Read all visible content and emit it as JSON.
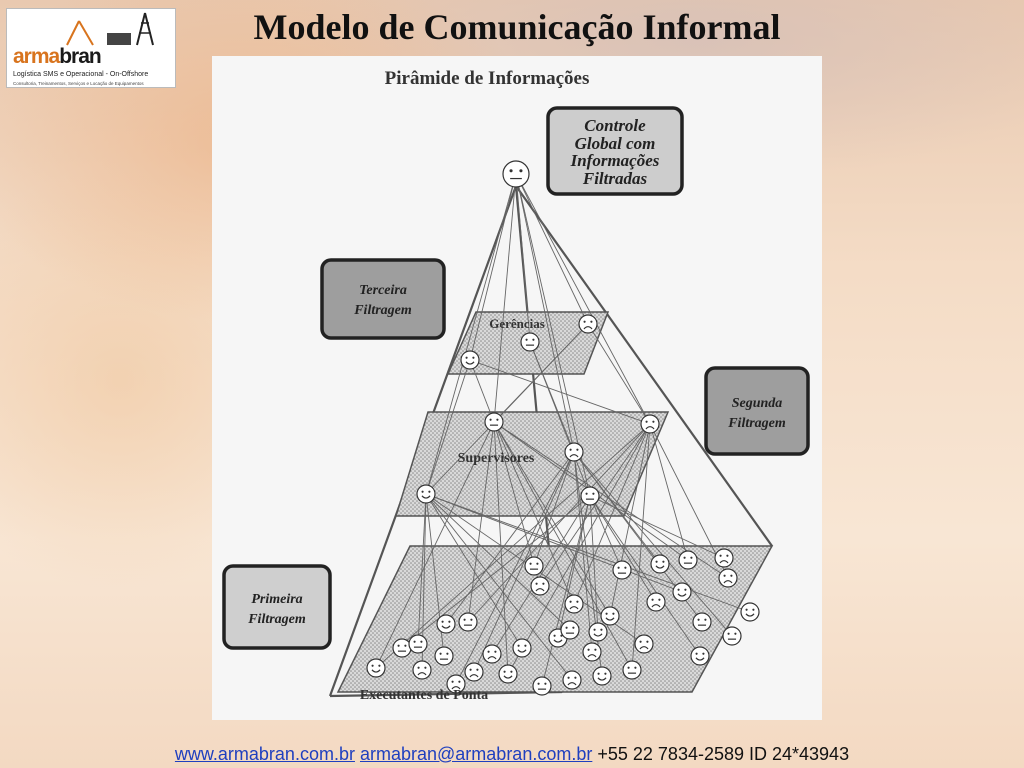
{
  "header": {
    "title": "Modelo de Comunicação Informal",
    "logo": {
      "brand_part1": "arma",
      "brand_part2": "bran",
      "line1": "Logística SMS e Operacional  - On-Offshore",
      "line2": "Consultoria, Treinamentos, Serviços e Locação de Equipamentos"
    }
  },
  "diagram": {
    "heading": "Pirâmide de Informações",
    "callouts": {
      "top": [
        "Controle",
        "Global com",
        "Informações",
        "Filtradas"
      ],
      "third": [
        "Terceira",
        "Filtragem"
      ],
      "second": [
        "Segunda",
        "Filtragem"
      ],
      "first": [
        "Primeira",
        "Filtragem"
      ]
    },
    "levels": {
      "gerencias": "Gerências",
      "supervisores": "Supervisores",
      "executantes": "Executantes de Ponta"
    }
  },
  "footer": {
    "website": "www.armabran.com.br",
    "email": "armabran@armabran.com.br",
    "contact": "+55 22 7834-2589 ID 24*43943"
  }
}
